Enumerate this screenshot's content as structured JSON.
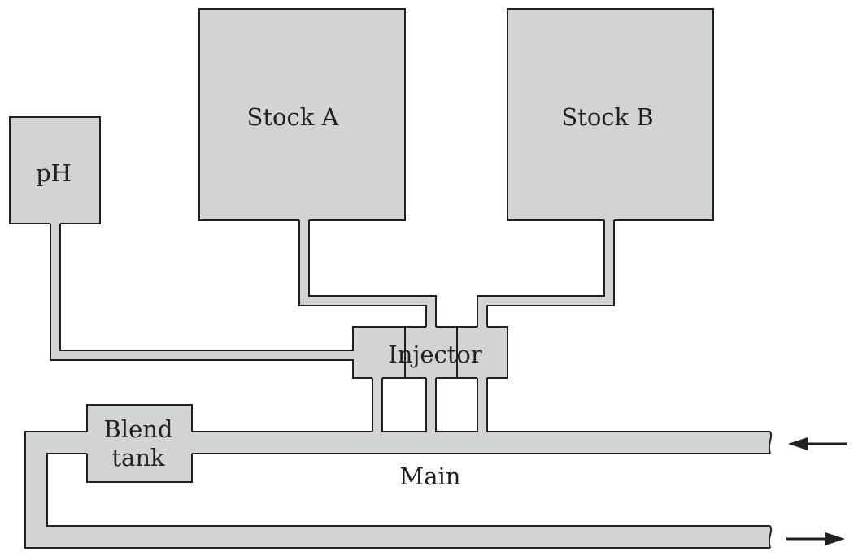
{
  "labels": {
    "ph": "pH",
    "stock_a": "Stock A",
    "stock_b": "Stock B",
    "injector": "Injector",
    "blend_line1": "Blend",
    "blend_line2": "tank",
    "main": "Main"
  },
  "colors": {
    "fill": "#d2d3d5",
    "stroke": "#231f20",
    "background": "#ffffff"
  },
  "icons": [
    "arrow-left-icon",
    "arrow-right-icon"
  ]
}
